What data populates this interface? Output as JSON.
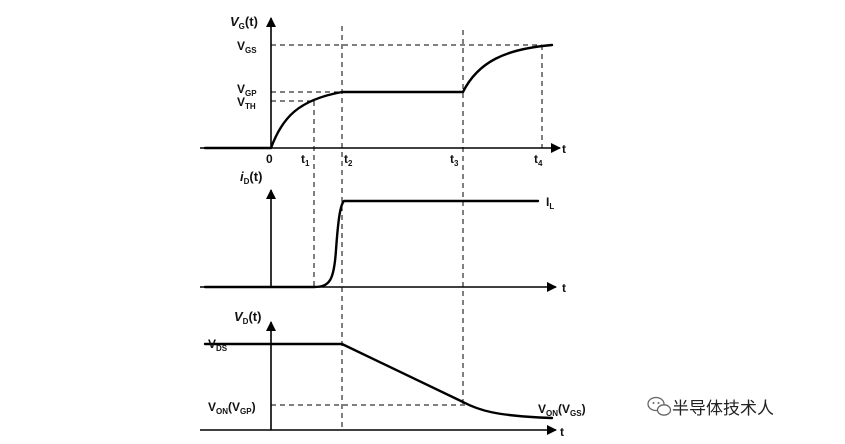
{
  "panels": {
    "gate": {
      "y_label_main": "V",
      "y_label_sub": "G",
      "y_label_tail": "(t)",
      "levels": [
        {
          "main": "V",
          "sub": "GS"
        },
        {
          "main": "V",
          "sub": "GP"
        },
        {
          "main": "V",
          "sub": "TH"
        }
      ],
      "x_axis_label": "t",
      "time_marks": [
        {
          "main": "0",
          "sub": ""
        },
        {
          "main": "t",
          "sub": "1"
        },
        {
          "main": "t",
          "sub": "2"
        },
        {
          "main": "t",
          "sub": "3"
        },
        {
          "main": "t",
          "sub": "4"
        }
      ]
    },
    "drain_current": {
      "y_label_main": "i",
      "y_label_sub": "D",
      "y_label_tail": "(t)",
      "load_label_main": "I",
      "load_label_sub": "L",
      "x_axis_label": "t"
    },
    "drain_voltage": {
      "y_label_main": "V",
      "y_label_sub": "D",
      "y_label_tail": "(t)",
      "vds_main": "V",
      "vds_sub": "DS",
      "von_gp_main": "V",
      "von_gp_sub": "ON",
      "von_gp_paren_main": "(V",
      "von_gp_paren_sub": "GP",
      "von_gs_main": "V",
      "von_gs_sub": "ON",
      "von_gs_paren_main": "(V",
      "von_gs_paren_sub": "GS",
      "close_paren": ")",
      "x_axis_label": "t"
    }
  },
  "watermark": {
    "text": "半导体技术人",
    "icon": "wechat-icon"
  }
}
